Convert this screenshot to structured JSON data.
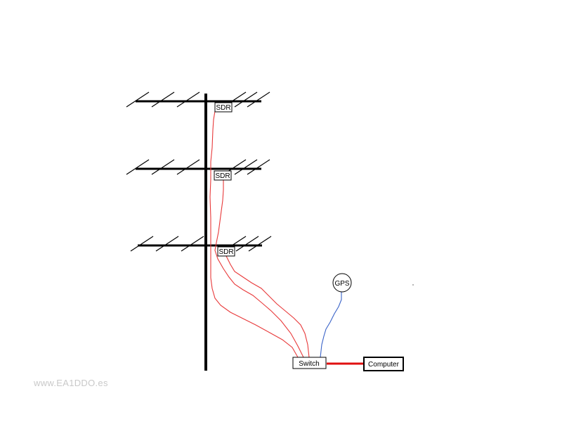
{
  "labels": {
    "sdr_top": "SDR",
    "sdr_middle": "SDR",
    "sdr_bottom": "SDR",
    "gps": "GPS",
    "switch": "Switch",
    "computer": "Computer"
  },
  "watermark": "www.EA1DDO.es",
  "colors": {
    "mast": "#000000",
    "rf_cable": "#e8393a",
    "gps_cable": "#3a63c8",
    "ethernet": "#e01010",
    "watermark": "#c9c9c9"
  }
}
